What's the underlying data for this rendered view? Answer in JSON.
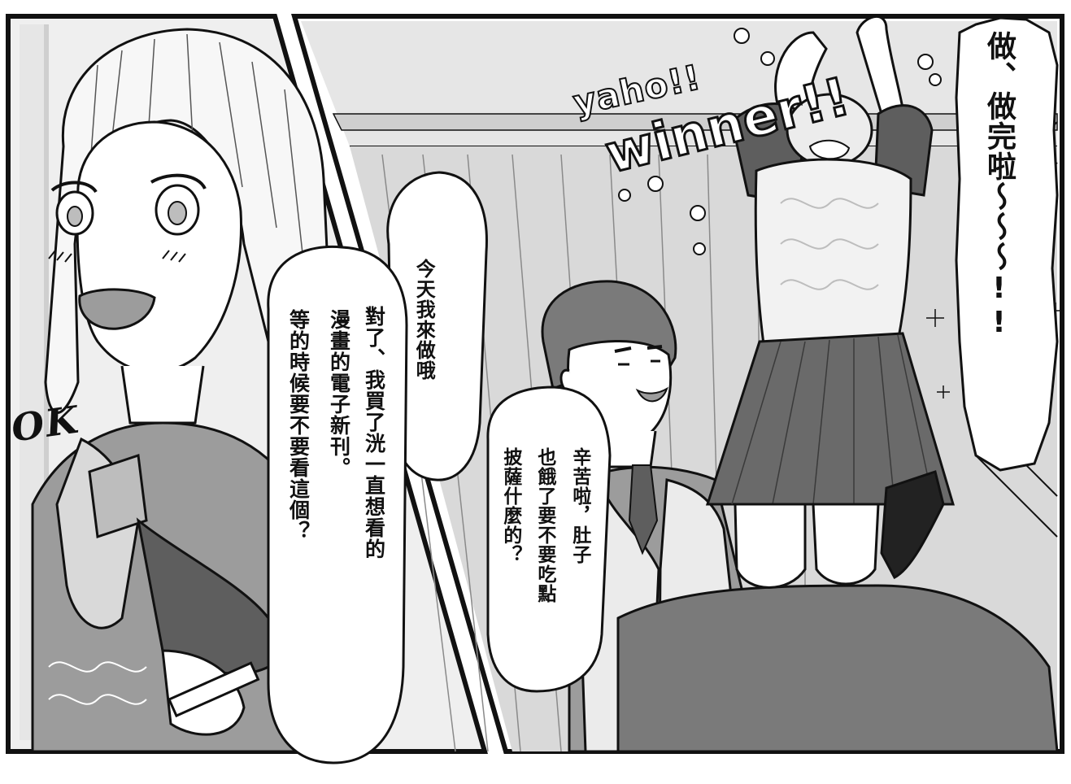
{
  "panels": {
    "left": {
      "sfx": "OK"
    },
    "right": {
      "sfx_a": "yaho!!",
      "sfx_b": "winner!!"
    }
  },
  "balloons": {
    "one": {
      "text": "今天我來做哦"
    },
    "two": {
      "line_1": "對了、我買了洸一直想看的",
      "line_2": "漫畫的電子新刊。",
      "line_3": "等的時候要不要看這個？"
    },
    "three": {
      "line_1": "辛苦啦，肚子",
      "line_2": "也餓了要不要吃點",
      "line_3": "披薩什麼的？"
    },
    "four": {
      "text": "做、做完啦〜〜〜!!"
    }
  },
  "colors": {
    "ink": "#111111",
    "paper": "#ffffff",
    "tone_light": "#d9d9d9",
    "tone_mid": "#9c9c9c",
    "tone_dark": "#5e5e5e"
  }
}
